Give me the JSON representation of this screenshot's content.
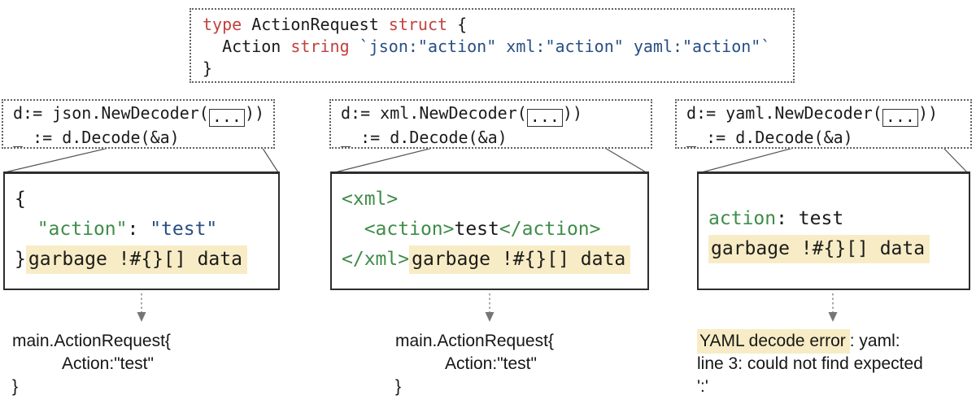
{
  "colors": {
    "keyword": "#c2413d",
    "string_literal": "#274f82",
    "tag_green": "#3f8c49",
    "highlight": "#f7ecc5"
  },
  "struct_box": {
    "kw_type": "type",
    "name": " ActionRequest ",
    "kw_struct": "struct",
    "open_brace": " {",
    "field_prefix": "  Action ",
    "kw_string": "string",
    "tag_literal": " `json:\"action\" xml:\"action\" yaml:\"action\"`",
    "close_brace": "}"
  },
  "columns": [
    {
      "format": "json",
      "decoder": {
        "line1_pre": "d:= json.NewDecoder(",
        "ellipsis": "...",
        "line1_post": "))",
        "line2": "_ := d.Decode(&a)"
      },
      "payload": {
        "line1": "{",
        "indent": "  ",
        "key": "\"action\"",
        "sep": ": ",
        "value": "\"test\"",
        "line3_prefix": "}",
        "garbage": "garbage !#{}[] data"
      },
      "result": {
        "line1": "main.ActionRequest{",
        "line2": "Action:\"test\"",
        "line3": "}"
      }
    },
    {
      "format": "xml",
      "decoder": {
        "line1_pre": "d:= xml.NewDecoder(",
        "ellipsis": "...",
        "line1_post": "))",
        "line2": "_ := d.Decode(&a)"
      },
      "payload": {
        "line1": "<xml>",
        "indent": "  ",
        "open_tag": "<action>",
        "text": "test",
        "close_tag": "</action>",
        "line3_prefix": "</xml>",
        "garbage": "garbage !#{}[] data"
      },
      "result": {
        "line1": "main.ActionRequest{",
        "line2": "Action:\"test\"",
        "line3": "}"
      }
    },
    {
      "format": "yaml",
      "decoder": {
        "line1_pre": "d:= yaml.NewDecoder(",
        "ellipsis": "...",
        "line1_post": "))",
        "line2": "_ := d.Decode(&a)"
      },
      "payload": {
        "key": "action",
        "rest": ": test",
        "garbage": "garbage !#{}[] data"
      },
      "result": {
        "error_highlight": "YAML decode error",
        "line1_rest": ": yaml:",
        "line2": "line 3: could not find expected",
        "line3": "':'"
      }
    }
  ]
}
